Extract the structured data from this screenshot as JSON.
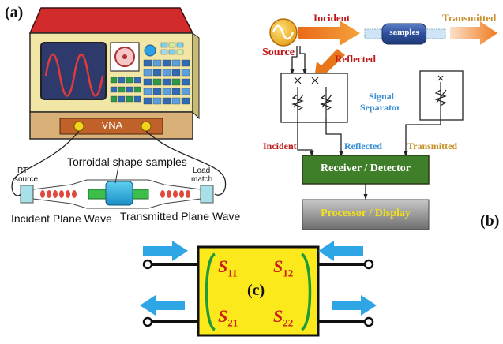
{
  "panel_a": {
    "tag": "(a)",
    "vna_label": "VNA",
    "sample_label": "Torroidal shape samples",
    "rt_source": [
      "RT",
      "source"
    ],
    "load_match": [
      "Load",
      "match"
    ],
    "incident_wave": "Incident Plane Wave",
    "transmitted_wave": "Transmitted Plane Wave"
  },
  "panel_b": {
    "tag": "(b)",
    "source": "Source",
    "incident_top": "Incident",
    "reflected_top": "Reflected",
    "samples": "samples",
    "transmitted_top": "Transmitted",
    "signal_separator": [
      "Signal",
      "Separator"
    ],
    "incident_bottom": "Incident",
    "reflected_bottom": "Reflected",
    "transmitted_bottom": "Transmitted",
    "receiver": "Receiver / Detector",
    "processor": "Processor / Display"
  },
  "panel_c": {
    "tag": "(c)",
    "s11": "S",
    "s11_sub": "11",
    "s12": "S",
    "s12_sub": "12",
    "s21": "S",
    "s21_sub": "21",
    "s22": "S",
    "s22_sub": "22"
  },
  "colors": {
    "red_label": "#c0181a",
    "blue_label": "#3a8fd6",
    "gold_label": "#c8902a",
    "receiver_green": "#3f7f2a",
    "processor_gray": "#9a9a9a",
    "processor_text": "#f2e11a",
    "sparam_yellow": "#fbe91c",
    "bracket_green": "#1f9a3a",
    "arrow_blue": "#2ea6e6",
    "roof_red": "#d22b2b",
    "vna_body": "#f2e6a6"
  }
}
